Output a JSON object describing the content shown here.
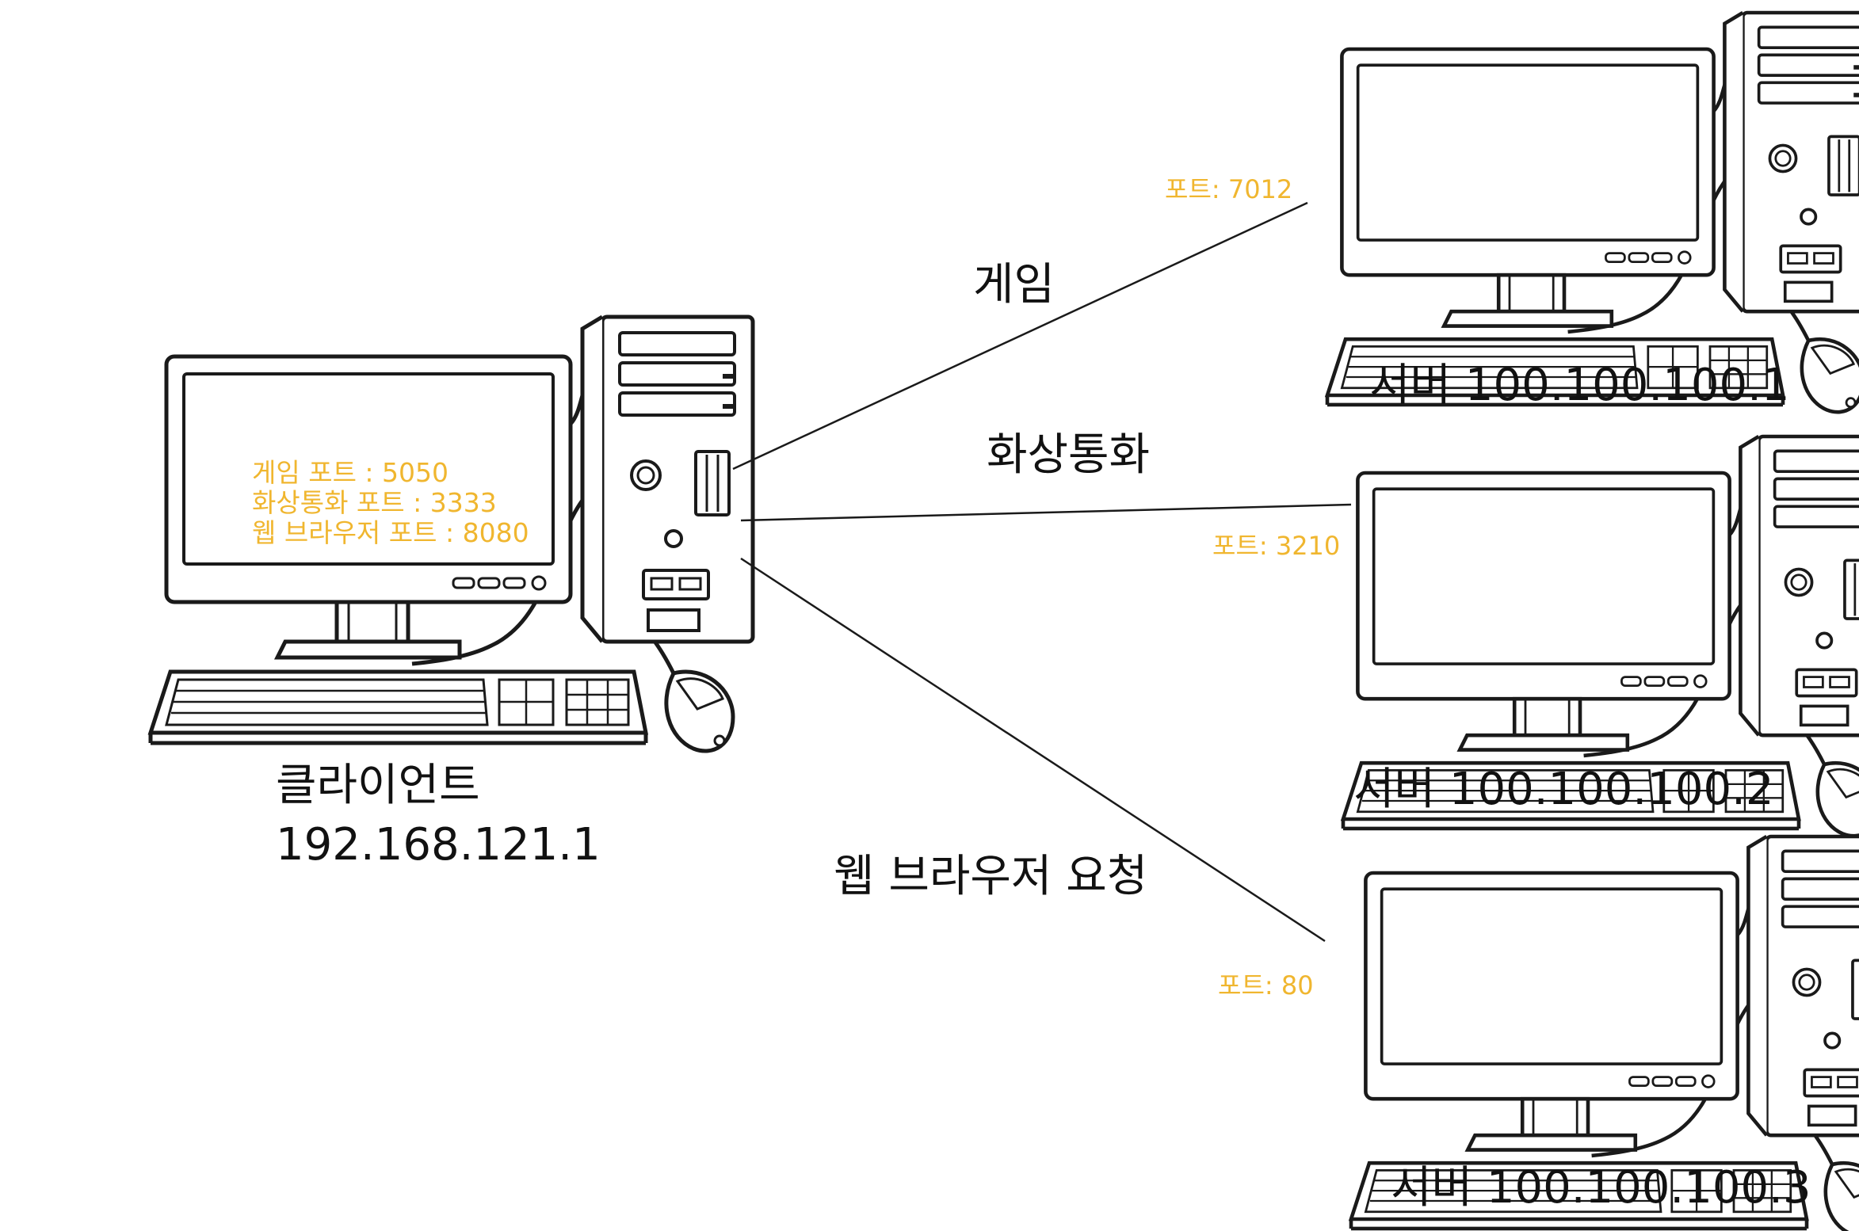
{
  "colors": {
    "accent": "#f0b62f",
    "line": "#1a1a1a",
    "text": "#111111"
  },
  "client": {
    "name": "클라이언트",
    "ip": "192.168.121.1",
    "screen_lines": [
      "게임 포트 : 5050",
      "화상통화 포트 : 3333",
      "웹 브라우저 포트 : 8080"
    ]
  },
  "connections": [
    {
      "label": "게임",
      "port": "포트: 7012"
    },
    {
      "label": "화상통화",
      "port": "포트: 3210"
    },
    {
      "label": "웹 브라우저 요청",
      "port": "포트: 80"
    }
  ],
  "servers": [
    {
      "label": "서버 100.100.100.1"
    },
    {
      "label": "서버 100.100.100.2"
    },
    {
      "label": "서버 100.100.100.3"
    }
  ]
}
